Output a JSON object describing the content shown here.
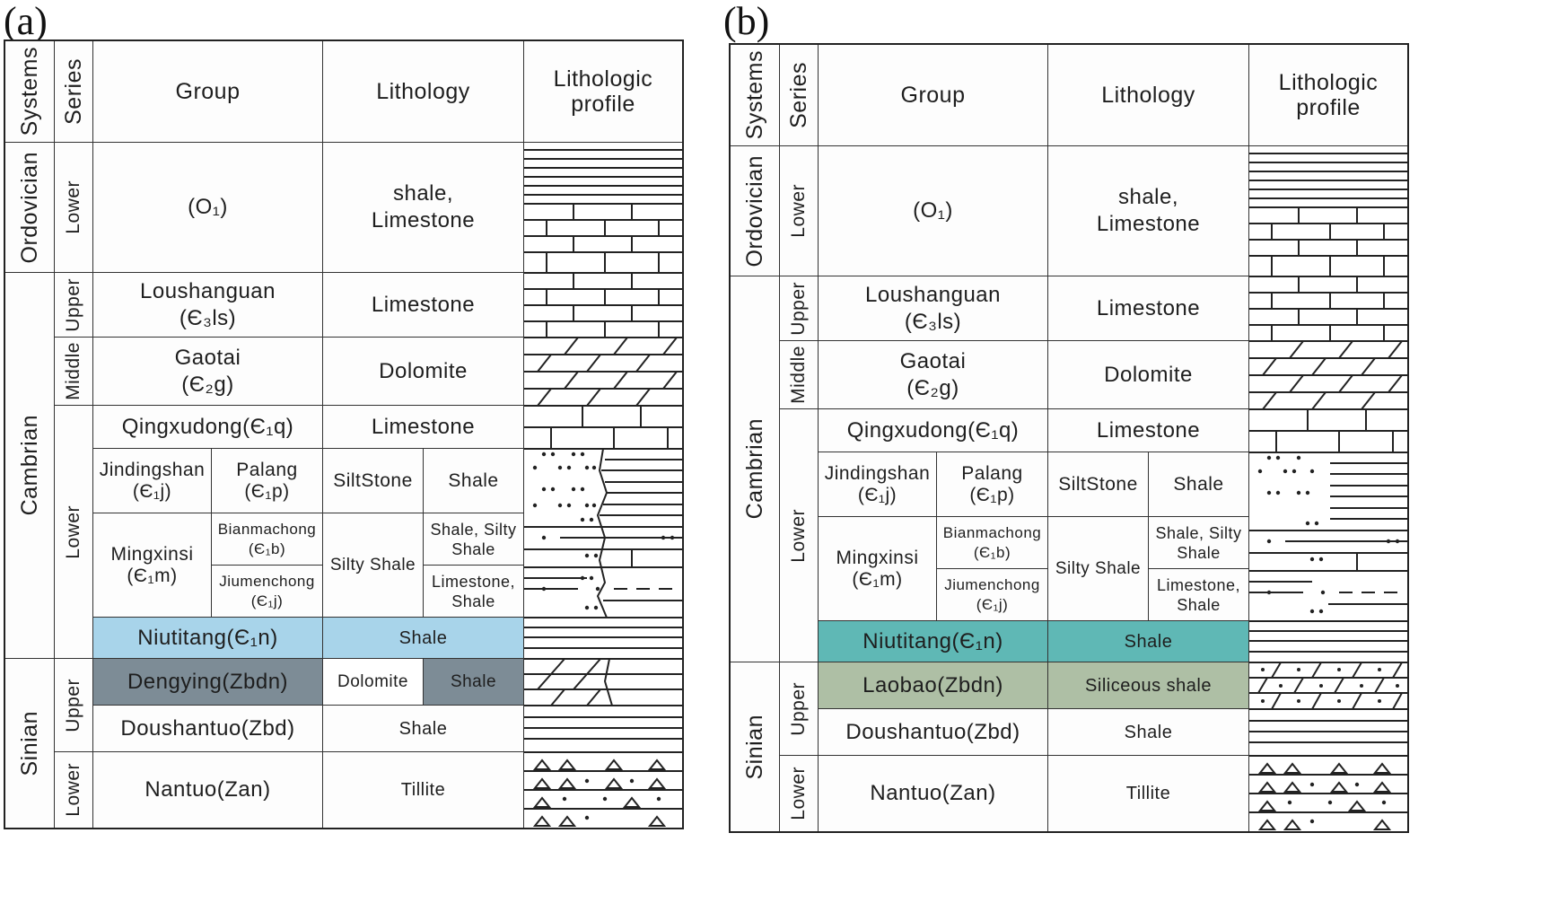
{
  "colors": {
    "niutitang_a": "#a8d4ea",
    "dengying_a": "#7d8c96",
    "niutitang_b": "#5fb8b5",
    "laobao_b": "#aebfa5"
  },
  "headers": {
    "systems": "Systems",
    "series": "Series",
    "group": "Group",
    "lithology": "Lithology",
    "profile": "Lithologic profile"
  },
  "panel_a": {
    "label": "(a)",
    "systems": [
      "Ordovician",
      "Cambrian",
      "Sinian"
    ],
    "series": [
      "Lower",
      "Upper",
      "Middle",
      "Lower",
      "Upper",
      "Lower"
    ],
    "rows": {
      "o1": {
        "group": "(O₁)",
        "lithology": "shale, Limestone"
      },
      "loushanguan": {
        "group": "Loushanguan (Є₃ls)",
        "lithology": "Limestone"
      },
      "gaotai": {
        "group": "Gaotai (Є₂g)",
        "lithology": "Dolomite"
      },
      "qingxudong": {
        "group": "Qingxudong(Є₁q)",
        "lithology": "Limestone"
      },
      "jindingshan": {
        "group": "Jindingshan (Є₁j)",
        "lithology": "SiltStone"
      },
      "palang": {
        "group": "Palang (Є₁p)",
        "lithology": "Shale"
      },
      "mingxinsi": {
        "group": "Mingxinsi (Є₁m)",
        "lithology": "Silty Shale"
      },
      "bianmachong": {
        "group": "Bianmachong (Є₁b)",
        "lithology": "Shale, Silty Shale"
      },
      "jiumenchong": {
        "group": "Jiumenchong (Є₁j)",
        "lithology": "Limestone, Shale"
      },
      "niutitang": {
        "group": "Niutitang(Є₁n)",
        "lithology": "Shale"
      },
      "upper_sinian": {
        "group": "Dengying(Zbdn)",
        "lithology_left": "Dolomite",
        "lithology_right": "Shale"
      },
      "doushantuo": {
        "group": "Doushantuo(Zbd)",
        "lithology": "Shale"
      },
      "nantuo": {
        "group": "Nantuo(Zan)",
        "lithology": "Tillite"
      }
    }
  },
  "panel_b": {
    "label": "(b)",
    "systems": [
      "Ordovician",
      "Cambrian",
      "Sinian"
    ],
    "series": [
      "Lower",
      "Upper",
      "Middle",
      "Lower",
      "Upper",
      "Lower"
    ],
    "rows": {
      "o1": {
        "group": "(O₁)",
        "lithology": "shale, Limestone"
      },
      "loushanguan": {
        "group": "Loushanguan (Є₃ls)",
        "lithology": "Limestone"
      },
      "gaotai": {
        "group": "Gaotai (Є₂g)",
        "lithology": "Dolomite"
      },
      "qingxudong": {
        "group": "Qingxudong(Є₁q)",
        "lithology": "Limestone"
      },
      "jindingshan": {
        "group": "Jindingshan (Є₁j)",
        "lithology": "SiltStone"
      },
      "palang": {
        "group": "Palang (Є₁p)",
        "lithology": "Shale"
      },
      "mingxinsi": {
        "group": "Mingxinsi (Є₁m)",
        "lithology": "Silty Shale"
      },
      "bianmachong": {
        "group": "Bianmachong (Є₁b)",
        "lithology": "Shale, Silty Shale"
      },
      "jiumenchong": {
        "group": "Jiumenchong (Є₁j)",
        "lithology": "Limestone, Shale"
      },
      "niutitang": {
        "group": "Niutitang(Є₁n)",
        "lithology": "Shale"
      },
      "upper_sinian": {
        "group": "Laobao(Zbdn)",
        "lithology": "Siliceous shale"
      },
      "doushantuo": {
        "group": "Doushantuo(Zbd)",
        "lithology": "Shale"
      },
      "nantuo": {
        "group": "Nantuo(Zan)",
        "lithology": "Tillite"
      }
    }
  }
}
